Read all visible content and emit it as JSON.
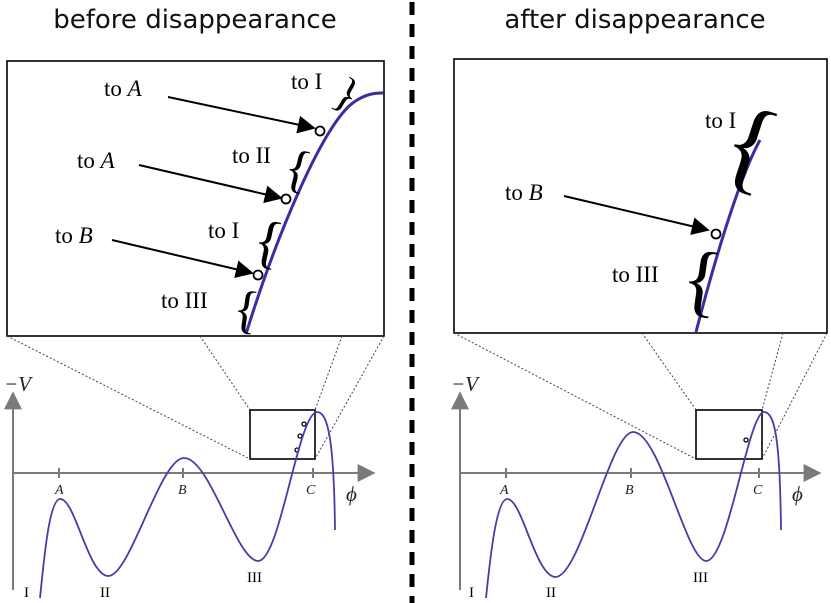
{
  "titles": {
    "left": "before disappearance",
    "right": "after disappearance"
  },
  "left_zoom": {
    "arrows": [
      {
        "prefix": "to ",
        "target": "A"
      },
      {
        "prefix": "to ",
        "target": "A"
      },
      {
        "prefix": "to ",
        "target": "B"
      }
    ],
    "braces": [
      {
        "label": "to I"
      },
      {
        "label": "to II"
      },
      {
        "label": "to I"
      },
      {
        "label": "to III"
      }
    ]
  },
  "right_zoom": {
    "arrows": [
      {
        "prefix": "to ",
        "target": "B"
      }
    ],
    "braces": [
      {
        "label": "to I"
      },
      {
        "label": "to III"
      }
    ]
  },
  "potential": {
    "y_axis_label": "−V",
    "x_axis_label": "ϕ",
    "maxima": [
      "A",
      "B",
      "C"
    ],
    "wells": [
      "I",
      "II",
      "III"
    ]
  },
  "colors": {
    "curve": "#3d2ea0",
    "axis": "#7a7a7a"
  }
}
